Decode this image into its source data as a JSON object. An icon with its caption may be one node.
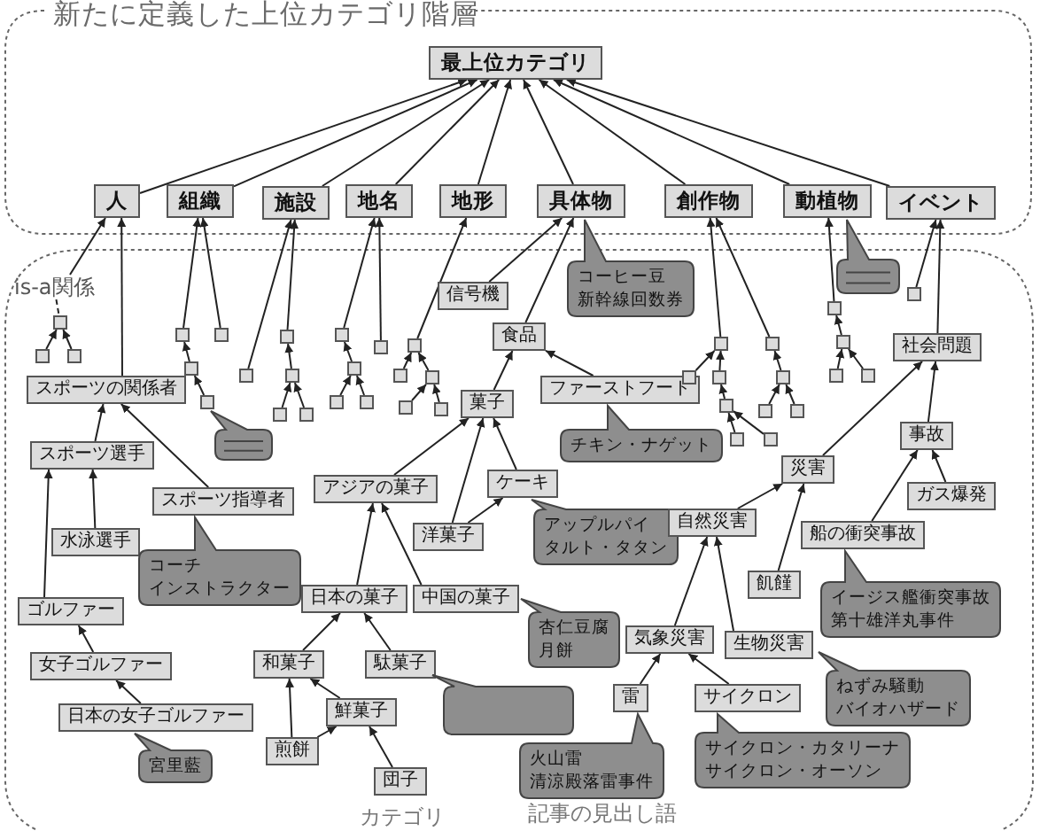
{
  "diagram": {
    "title": "新たに定義した上位カテゴリ階層",
    "nodes": [
      {
        "text": [
          "最上位カテゴリ"
        ]
      },
      {
        "text": [
          "人"
        ]
      },
      {
        "text": [
          "組織"
        ]
      },
      {
        "text": [
          "施設"
        ]
      },
      {
        "text": [
          "地名"
        ]
      },
      {
        "text": [
          "地形"
        ]
      },
      {
        "text": [
          "具体物"
        ]
      },
      {
        "text": [
          "創作物"
        ]
      },
      {
        "text": [
          "動植物"
        ]
      },
      {
        "text": [
          "イベント"
        ]
      },
      {
        "text": [
          "is-a関係"
        ]
      },
      {
        "text": [],
        "shape": "box"
      },
      {
        "text": [],
        "shape": "box"
      },
      {
        "text": [],
        "shape": "box"
      },
      {
        "text": [
          "スポーツの関係者"
        ]
      },
      {
        "text": [
          "スポーツ選手"
        ]
      },
      {
        "text": [
          "水泳選手"
        ]
      },
      {
        "text": [
          "スポーツ指導者"
        ]
      },
      {
        "text": [
          "コーチ",
          "インストラクター"
        ]
      },
      {
        "text": [
          "ゴルファー"
        ]
      },
      {
        "text": [
          "女子ゴルファー"
        ]
      },
      {
        "text": [
          "日本の女子ゴルファー"
        ]
      },
      {
        "text": [
          "宮里藍"
        ]
      },
      {
        "text": [],
        "shape": "box"
      },
      {
        "text": [],
        "shape": "box"
      },
      {
        "text": [],
        "shape": "box"
      },
      {
        "text": [],
        "shape": "box"
      },
      {
        "text": [],
        "shape": "callout"
      },
      {
        "text": [],
        "shape": "box"
      },
      {
        "text": [],
        "shape": "box"
      },
      {
        "text": [],
        "shape": "box"
      },
      {
        "text": [],
        "shape": "box"
      },
      {
        "text": [],
        "shape": "box"
      },
      {
        "text": [],
        "shape": "box"
      },
      {
        "text": [],
        "shape": "box"
      },
      {
        "text": [],
        "shape": "box"
      },
      {
        "text": [],
        "shape": "box"
      },
      {
        "text": [],
        "shape": "box"
      },
      {
        "text": [],
        "shape": "box"
      },
      {
        "text": [],
        "shape": "box"
      },
      {
        "text": [],
        "shape": "box"
      },
      {
        "text": [],
        "shape": "box"
      },
      {
        "text": [],
        "shape": "box"
      },
      {
        "text": [
          "信号機"
        ]
      },
      {
        "text": [
          "コーヒー豆",
          "新幹線回数券"
        ]
      },
      {
        "text": [
          "食品"
        ]
      },
      {
        "text": [
          "菓子"
        ]
      },
      {
        "text": [
          "ファーストフード"
        ]
      },
      {
        "text": [
          "チキン・ナゲット"
        ]
      },
      {
        "text": [
          "ケーキ"
        ]
      },
      {
        "text": [
          "アジアの菓子"
        ]
      },
      {
        "text": [
          "洋菓子"
        ]
      },
      {
        "text": [
          "アップルパイ",
          "タルト・タタン"
        ]
      },
      {
        "text": [
          "日本の菓子"
        ]
      },
      {
        "text": [
          "中国の菓子"
        ]
      },
      {
        "text": [
          "杏仁豆腐",
          "月餅"
        ]
      },
      {
        "text": [
          "和菓子"
        ]
      },
      {
        "text": [
          "駄菓子"
        ]
      },
      {
        "text": [],
        "shape": "bubble"
      },
      {
        "text": [
          "鮮菓子"
        ]
      },
      {
        "text": [
          "煎餅"
        ]
      },
      {
        "text": [
          "団子"
        ]
      },
      {
        "text": [],
        "shape": "box"
      },
      {
        "text": [],
        "shape": "box"
      },
      {
        "text": [],
        "shape": "box"
      },
      {
        "text": [],
        "shape": "box"
      },
      {
        "text": [],
        "shape": "box"
      },
      {
        "text": [],
        "shape": "box"
      },
      {
        "text": [],
        "shape": "box"
      },
      {
        "text": [],
        "shape": "box"
      },
      {
        "text": [],
        "shape": "box"
      },
      {
        "text": [],
        "shape": "box"
      },
      {
        "text": [],
        "shape": "box"
      },
      {
        "text": [],
        "shape": "callout"
      },
      {
        "text": [],
        "shape": "box"
      },
      {
        "text": [],
        "shape": "box"
      },
      {
        "text": [],
        "shape": "box"
      },
      {
        "text": [],
        "shape": "box"
      },
      {
        "text": [
          "社会問題"
        ]
      },
      {
        "text": [
          "事故"
        ]
      },
      {
        "text": [
          "ガス爆発"
        ]
      },
      {
        "text": [
          "災害"
        ]
      },
      {
        "text": [
          "船の衝突事故"
        ]
      },
      {
        "text": [
          "イージス艦衝突事故",
          "第十雄洋丸事件"
        ]
      },
      {
        "text": [
          "自然災害"
        ]
      },
      {
        "text": [
          "飢饉"
        ]
      },
      {
        "text": [
          "気象災害"
        ]
      },
      {
        "text": [
          "生物災害"
        ]
      },
      {
        "text": [
          "ねずみ騒動",
          "バイオハザード"
        ]
      },
      {
        "text": [
          "雷"
        ]
      },
      {
        "text": [
          "サイクロン"
        ]
      },
      {
        "text": [
          "火山雷",
          "清涼殿落雷事件"
        ]
      },
      {
        "text": [
          "サイクロン・カタリーナ",
          "サイクロン・オーソン"
        ]
      }
    ],
    "edges": [
      {
        "from": 1,
        "to": 0,
        "arrow": "to"
      },
      {
        "from": 2,
        "to": 0,
        "arrow": "to"
      },
      {
        "from": 3,
        "to": 0,
        "arrow": "to"
      },
      {
        "from": 4,
        "to": 0,
        "arrow": "to"
      },
      {
        "from": 5,
        "to": 0,
        "arrow": "to"
      },
      {
        "from": 6,
        "to": 0,
        "arrow": "to"
      },
      {
        "from": 7,
        "to": 0,
        "arrow": "to"
      },
      {
        "from": 8,
        "to": 0,
        "arrow": "to"
      },
      {
        "from": 9,
        "to": 0,
        "arrow": "to"
      },
      {
        "from": 10,
        "to": 1,
        "arrow": "to"
      },
      {
        "from": 10,
        "to": 11,
        "arrow": "none",
        "style": "dashed"
      },
      {
        "from": 12,
        "to": 11,
        "arrow": "to"
      },
      {
        "from": 13,
        "to": 11,
        "arrow": "to"
      },
      {
        "from": 14,
        "to": 1,
        "arrow": "to"
      },
      {
        "from": 15,
        "to": 14,
        "arrow": "to"
      },
      {
        "from": 16,
        "to": 15,
        "arrow": "to"
      },
      {
        "from": 17,
        "to": 14,
        "arrow": "to"
      },
      {
        "from": 19,
        "to": 15,
        "arrow": "to"
      },
      {
        "from": 20,
        "to": 19,
        "arrow": "to"
      },
      {
        "from": 21,
        "to": 20,
        "arrow": "to"
      },
      {
        "from": 23,
        "to": 2,
        "arrow": "to"
      },
      {
        "from": 24,
        "to": 2,
        "arrow": "to"
      },
      {
        "from": 25,
        "to": 23,
        "arrow": "to"
      },
      {
        "from": 26,
        "to": 25,
        "arrow": "to"
      },
      {
        "from": 28,
        "to": 3,
        "arrow": "to"
      },
      {
        "from": 29,
        "to": 3,
        "arrow": "to"
      },
      {
        "from": 30,
        "to": 29,
        "arrow": "to"
      },
      {
        "from": 31,
        "to": 30,
        "arrow": "to"
      },
      {
        "from": 32,
        "to": 30,
        "arrow": "to"
      },
      {
        "from": 33,
        "to": 4,
        "arrow": "to"
      },
      {
        "from": 34,
        "to": 4,
        "arrow": "to"
      },
      {
        "from": 35,
        "to": 33,
        "arrow": "to"
      },
      {
        "from": 36,
        "to": 35,
        "arrow": "to"
      },
      {
        "from": 37,
        "to": 35,
        "arrow": "to"
      },
      {
        "from": 38,
        "to": 5,
        "arrow": "to"
      },
      {
        "from": 39,
        "to": 38,
        "arrow": "to"
      },
      {
        "from": 40,
        "to": 38,
        "arrow": "to"
      },
      {
        "from": 41,
        "to": 40,
        "arrow": "to"
      },
      {
        "from": 42,
        "to": 40,
        "arrow": "to"
      },
      {
        "from": 43,
        "to": 6,
        "arrow": "to"
      },
      {
        "from": 45,
        "to": 6,
        "arrow": "to"
      },
      {
        "from": 46,
        "to": 45,
        "arrow": "to"
      },
      {
        "from": 47,
        "to": 45,
        "arrow": "to"
      },
      {
        "from": 49,
        "to": 46,
        "arrow": "to"
      },
      {
        "from": 50,
        "to": 46,
        "arrow": "to"
      },
      {
        "from": 51,
        "to": 46,
        "arrow": "to"
      },
      {
        "from": 51,
        "to": 49,
        "arrow": "to"
      },
      {
        "from": 53,
        "to": 50,
        "arrow": "to"
      },
      {
        "from": 54,
        "to": 50,
        "arrow": "to"
      },
      {
        "from": 56,
        "to": 53,
        "arrow": "to"
      },
      {
        "from": 57,
        "to": 53,
        "arrow": "to"
      },
      {
        "from": 59,
        "to": 56,
        "arrow": "to"
      },
      {
        "from": 60,
        "to": 56,
        "arrow": "to"
      },
      {
        "from": 60,
        "to": 59,
        "arrow": "to"
      },
      {
        "from": 61,
        "to": 59,
        "arrow": "to"
      },
      {
        "from": 62,
        "to": 7,
        "arrow": "to"
      },
      {
        "from": 63,
        "to": 7,
        "arrow": "to"
      },
      {
        "from": 64,
        "to": 62,
        "arrow": "to"
      },
      {
        "from": 65,
        "to": 62,
        "arrow": "to"
      },
      {
        "from": 66,
        "to": 65,
        "arrow": "to"
      },
      {
        "from": 67,
        "to": 66,
        "arrow": "to"
      },
      {
        "from": 68,
        "to": 66,
        "arrow": "to"
      },
      {
        "from": 69,
        "to": 63,
        "arrow": "to"
      },
      {
        "from": 70,
        "to": 69,
        "arrow": "to"
      },
      {
        "from": 71,
        "to": 69,
        "arrow": "to"
      },
      {
        "from": 72,
        "to": 8,
        "arrow": "to"
      },
      {
        "from": 74,
        "to": 72,
        "arrow": "to"
      },
      {
        "from": 75,
        "to": 74,
        "arrow": "to"
      },
      {
        "from": 76,
        "to": 74,
        "arrow": "to"
      },
      {
        "from": 77,
        "to": 9,
        "arrow": "to"
      },
      {
        "from": 78,
        "to": 9,
        "arrow": "to"
      },
      {
        "from": 79,
        "to": 78,
        "arrow": "to"
      },
      {
        "from": 80,
        "to": 79,
        "arrow": "to"
      },
      {
        "from": 81,
        "to": 78,
        "arrow": "to"
      },
      {
        "from": 82,
        "to": 79,
        "arrow": "to"
      },
      {
        "from": 84,
        "to": 81,
        "arrow": "to"
      },
      {
        "from": 85,
        "to": 81,
        "arrow": "to"
      },
      {
        "from": 86,
        "to": 84,
        "arrow": "to"
      },
      {
        "from": 87,
        "to": 84,
        "arrow": "to"
      },
      {
        "from": 89,
        "to": 86,
        "arrow": "to"
      },
      {
        "from": 90,
        "to": 86,
        "arrow": "to"
      }
    ],
    "labels": [
      "カテゴリ",
      "記事の見出し語"
    ]
  }
}
